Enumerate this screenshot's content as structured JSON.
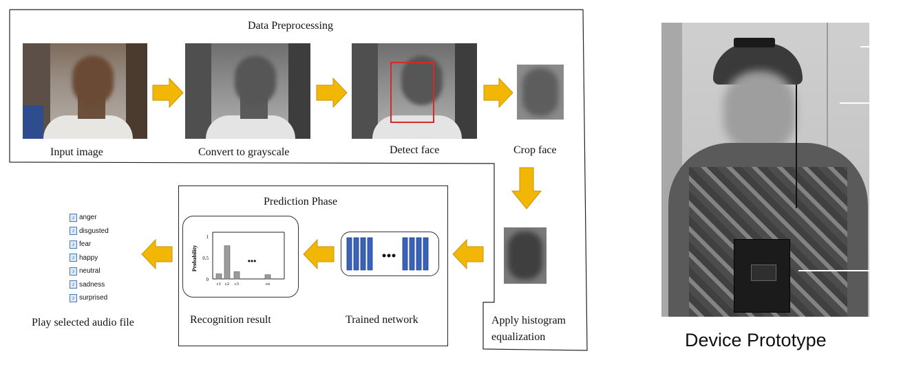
{
  "pipeline": {
    "preprocessing_title": "Data Preprocessing",
    "steps": {
      "input_image": "Input image",
      "grayscale": "Convert to grayscale",
      "detect_face": "Detect face",
      "crop_face": "Crop face",
      "histogram": [
        "Apply histogram",
        "equalization"
      ]
    },
    "prediction_title": "Prediction Phase",
    "trained_network": "Trained network",
    "recognition_result": "Recognition result",
    "play_audio": "Play selected audio file",
    "audio_files": [
      "anger",
      "disgusted",
      "fear",
      "happy",
      "neutral",
      "sadness",
      "surprised"
    ],
    "accent_color": "#f2b705",
    "network_color": "#3a62b8",
    "detect_box_color": "#d42a2a"
  },
  "prototype": {
    "caption": "Device Prototype"
  },
  "chart_data": {
    "type": "bar",
    "categories": [
      "c1",
      "c2",
      "c3",
      "cn"
    ],
    "values": [
      0.12,
      0.78,
      0.17,
      0.1
    ],
    "ylabel": "Probability",
    "yticks": [
      "0",
      "0.5",
      "1"
    ],
    "ylim": [
      0,
      1
    ],
    "ellipsis": "•••"
  }
}
